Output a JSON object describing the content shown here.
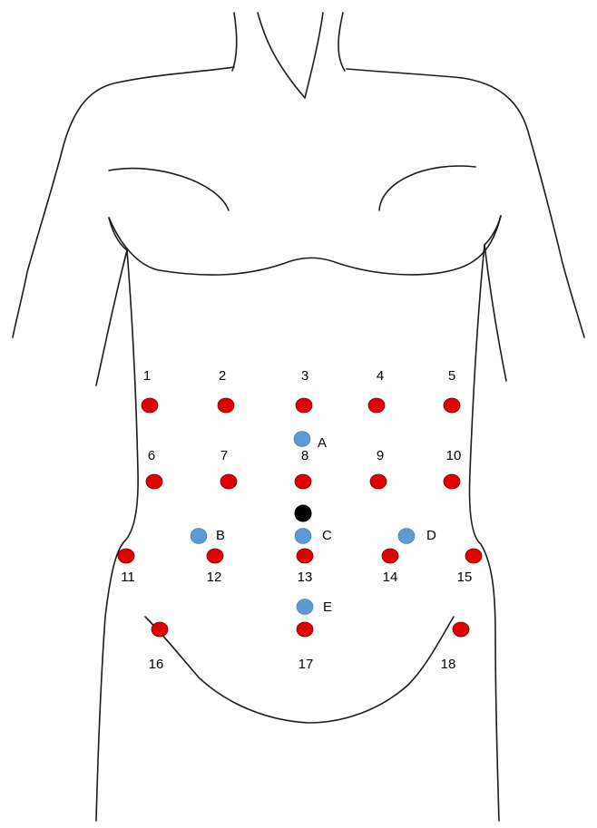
{
  "colors": {
    "red_point": "#e00000",
    "blue_point": "#5b9bd5",
    "navel": "#000000",
    "outline": "#1a1a1a"
  },
  "numbered_points": [
    "1",
    "2",
    "3",
    "4",
    "5",
    "6",
    "7",
    "8",
    "9",
    "10",
    "11",
    "12",
    "13",
    "14",
    "15",
    "16",
    "17",
    "18"
  ],
  "lettered_points": [
    "A",
    "B",
    "C",
    "D",
    "E"
  ]
}
